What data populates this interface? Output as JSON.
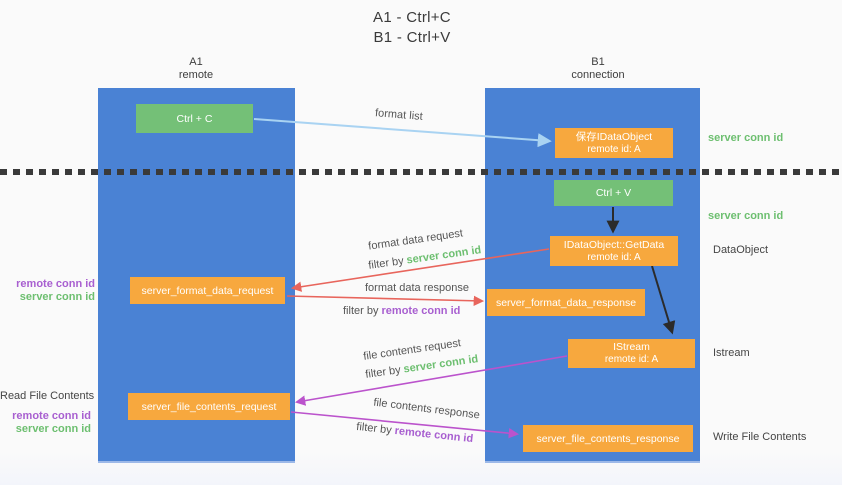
{
  "title": {
    "line1": "A1 - Ctrl+C",
    "line2": "B1 - Ctrl+V"
  },
  "columns": {
    "a": {
      "id": "A1",
      "name": "remote"
    },
    "b": {
      "id": "B1",
      "name": "connection"
    }
  },
  "nodes": {
    "ctrl_c": "Ctrl + C",
    "save_idataobject": {
      "line1": "保存IDataObject",
      "line2": "remote id: A"
    },
    "ctrl_v": "Ctrl + V",
    "getdata": {
      "line1": "IDataObject::GetData",
      "line2": "remote id: A"
    },
    "format_request": "server_format_data_request",
    "format_response": "server_format_data_response",
    "istream": {
      "line1": "IStream",
      "line2": "remote id: A"
    },
    "file_request": "server_file_contents_request",
    "file_response": "server_file_contents_response"
  },
  "flow_labels": {
    "format_list": "format list",
    "format_data_request": "format data request",
    "format_data_response": "format data response",
    "file_contents_request": "file contents request",
    "file_contents_response": "file contents response",
    "filter_by": "filter by ",
    "server_conn_id": "server conn id",
    "remote_conn_id": "remote conn id"
  },
  "side_labels": {
    "right": {
      "server_conn_id_top": "server conn id",
      "server_conn_id_mid": "server conn id",
      "dataobject": "DataObject",
      "istream": "Istream",
      "write_file_contents": "Write File Contents"
    },
    "left": {
      "remote_conn_id_1": "remote conn id",
      "server_conn_id_1": "server conn id",
      "read_file_contents": "Read File Contents",
      "remote_conn_id_2": "remote conn id",
      "server_conn_id_2": "server conn id"
    }
  },
  "colors": {
    "column_blue": "#4a82d4",
    "box_orange": "#f7a83e",
    "box_green": "#74c077",
    "green_text": "#6dbf70",
    "purple_text": "#a85fd0",
    "arrow_light_blue": "#a9d3f2",
    "arrow_red": "#e8655c",
    "arrow_magenta": "#bb53cc",
    "arrow_black": "#2b2b2b",
    "dash_line": "#3a3a3a"
  }
}
